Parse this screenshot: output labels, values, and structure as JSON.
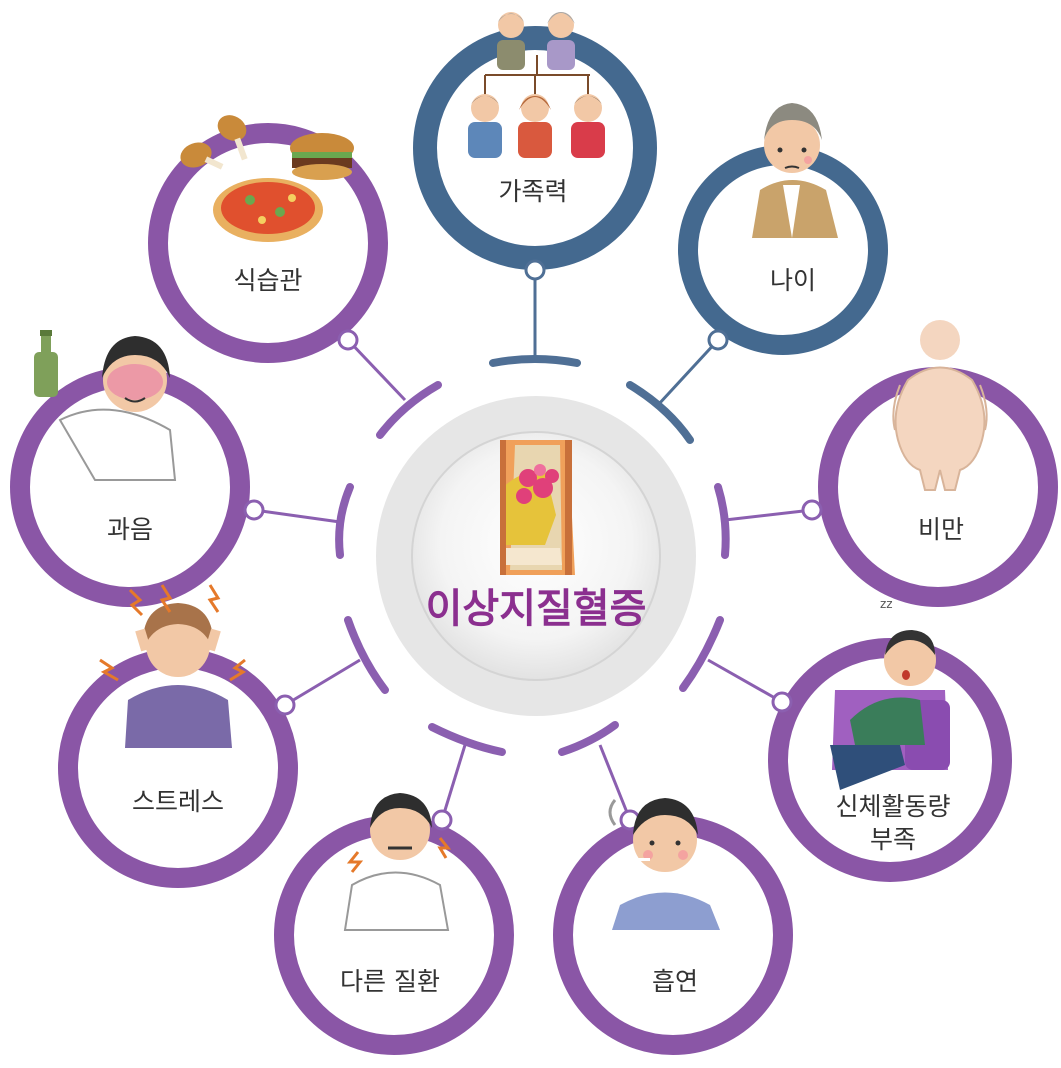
{
  "center": {
    "title": "이상지질혈증",
    "illustration": "artery-plaque-icon"
  },
  "colors": {
    "purple": "#8a56a6",
    "blue": "#44698f",
    "line_purple": "#8b5fb0",
    "line_blue": "#4f6f95",
    "center_title": "#8b2f8f"
  },
  "factors": [
    {
      "id": "family",
      "label": "가족력",
      "icon": "family-tree-icon",
      "color": "blue"
    },
    {
      "id": "age",
      "label": "나이",
      "icon": "elderly-man-icon",
      "color": "blue"
    },
    {
      "id": "obesity",
      "label": "비만",
      "icon": "obese-body-icon",
      "color": "purple"
    },
    {
      "id": "inactivity",
      "label": "신체활동량 부족",
      "label_line1": "신체활동량",
      "label_line2": "부족",
      "icon": "sleeping-man-armchair-icon",
      "color": "purple"
    },
    {
      "id": "smoking",
      "label": "흡연",
      "icon": "smoking-man-icon",
      "color": "purple"
    },
    {
      "id": "disease",
      "label": "다른 질환",
      "icon": "man-neck-pain-icon",
      "color": "purple"
    },
    {
      "id": "stress",
      "label": "스트레스",
      "icon": "stressed-woman-icon",
      "color": "purple"
    },
    {
      "id": "alcohol",
      "label": "과음",
      "icon": "drunk-man-bottle-icon",
      "color": "purple"
    },
    {
      "id": "diet",
      "label": "식습관",
      "icon": "fast-food-icon",
      "color": "purple"
    }
  ]
}
